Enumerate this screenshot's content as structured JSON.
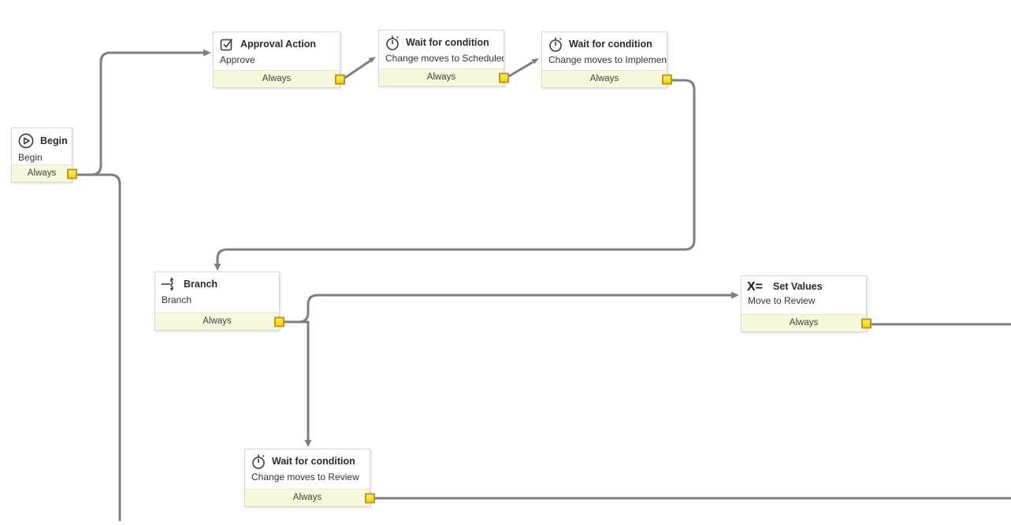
{
  "canvas": {
    "background_color": "#ffffff",
    "wire_color": "#7f7f7f",
    "connector_fill_color": "#ffd400",
    "connector_border_color": "#b8991a",
    "transition_bar_color": "#f8f8dc",
    "node_border_color": "#d8d8d8"
  },
  "nodes": [
    {
      "id": "begin",
      "icon": "play-circle-icon",
      "title": "Begin",
      "subtitle": "Begin",
      "transition_label": "Always"
    },
    {
      "id": "approval-action",
      "icon": "checkbox-check-icon",
      "title": "Approval Action",
      "subtitle": "Approve",
      "transition_label": "Always"
    },
    {
      "id": "wait-scheduled",
      "icon": "stopwatch-icon",
      "title": "Wait for condition",
      "subtitle": "Change moves to Scheduled",
      "transition_label": "Always"
    },
    {
      "id": "wait-implement",
      "icon": "stopwatch-icon",
      "title": "Wait for condition",
      "subtitle": "Change moves to Implement",
      "transition_label": "Always"
    },
    {
      "id": "branch",
      "icon": "branch-fork-icon",
      "title": "Branch",
      "subtitle": "Branch",
      "transition_label": "Always"
    },
    {
      "id": "set-values",
      "icon": "x-equals-icon",
      "title": "Set Values",
      "subtitle": "Move to Review",
      "transition_label": "Always"
    },
    {
      "id": "wait-review",
      "icon": "stopwatch-icon",
      "title": "Wait for condition",
      "subtitle": "Change moves to Review",
      "transition_label": "Always"
    }
  ],
  "connections": [
    {
      "from": "begin",
      "to": "approval-action",
      "condition": "Always"
    },
    {
      "from": "begin",
      "to": "off-canvas-bottom",
      "condition": "Always"
    },
    {
      "from": "approval-action",
      "to": "wait-scheduled",
      "condition": "Always"
    },
    {
      "from": "wait-scheduled",
      "to": "wait-implement",
      "condition": "Always"
    },
    {
      "from": "wait-implement",
      "to": "branch",
      "condition": "Always"
    },
    {
      "from": "branch",
      "to": "set-values",
      "condition": "Always"
    },
    {
      "from": "branch",
      "to": "wait-review",
      "condition": "Always"
    },
    {
      "from": "set-values",
      "to": "off-canvas-right",
      "condition": "Always"
    },
    {
      "from": "wait-review",
      "to": "off-canvas-right",
      "condition": "Always"
    }
  ]
}
